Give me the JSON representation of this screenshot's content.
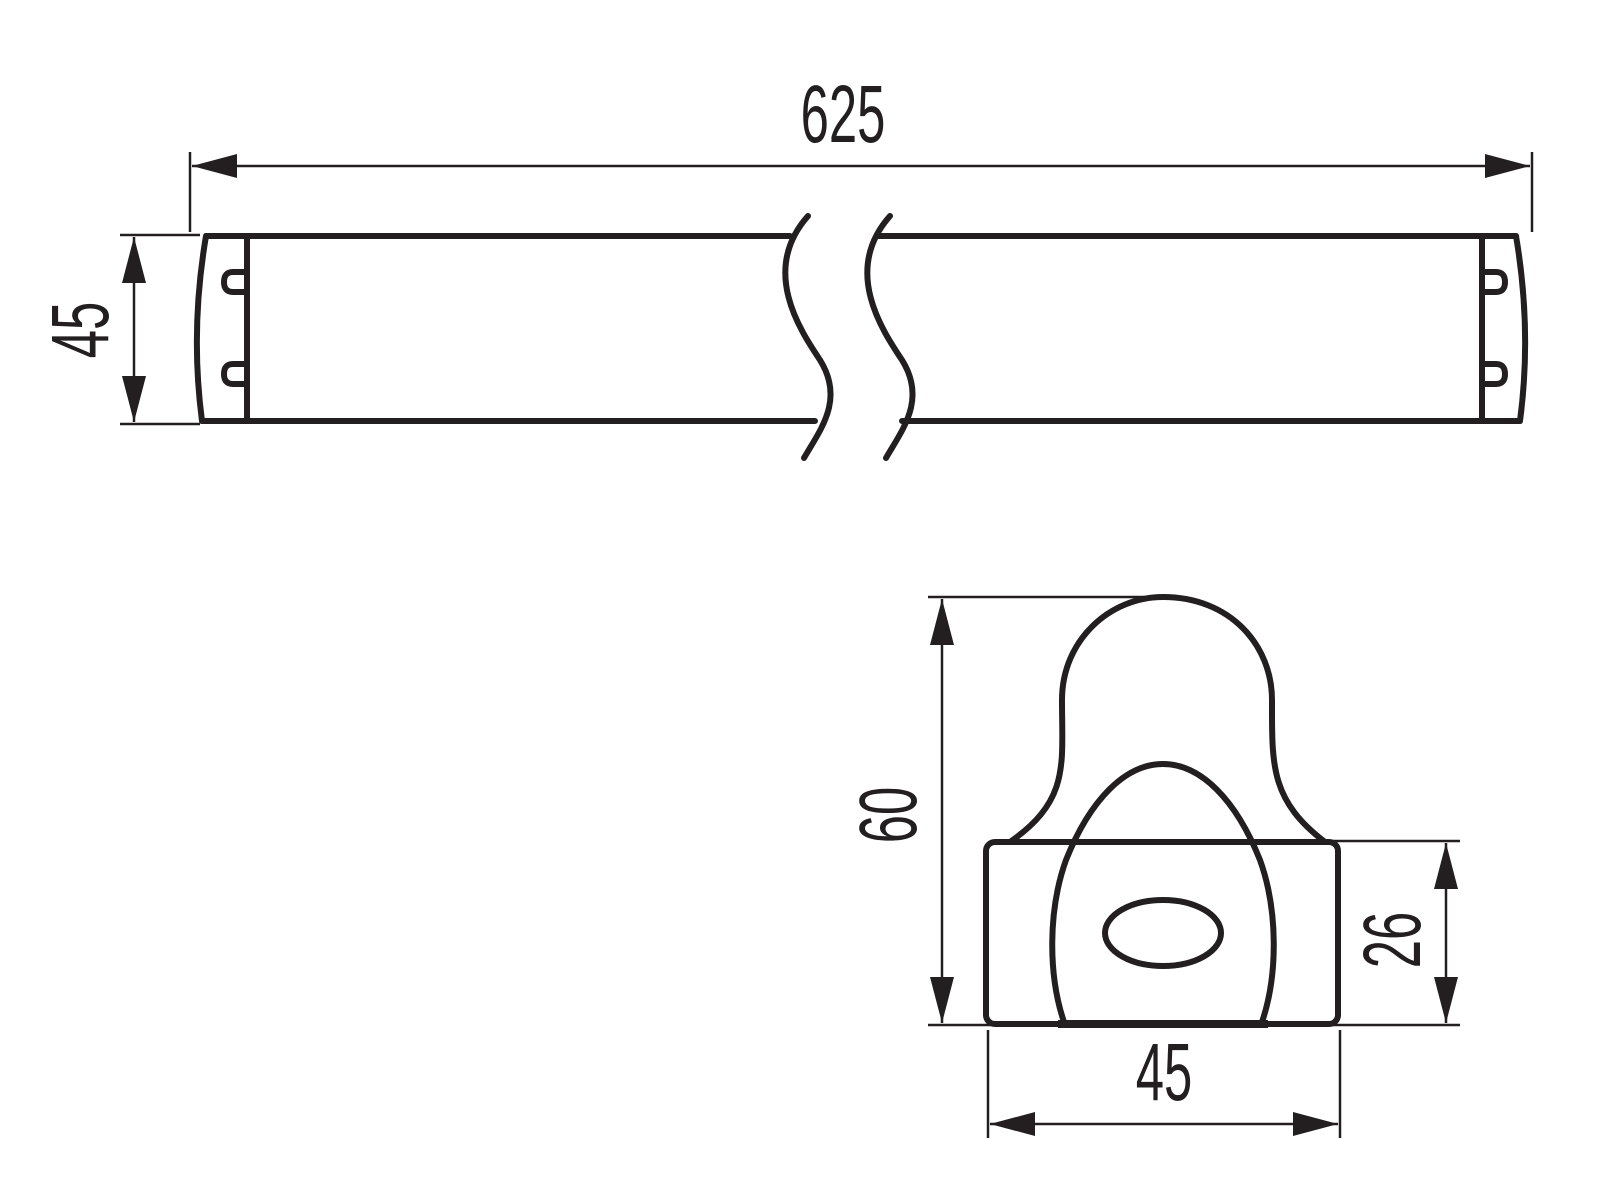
{
  "dimensions": {
    "length": "625",
    "side_height": "45",
    "end_height": "60",
    "base_height": "26",
    "end_width": "45"
  },
  "colors": {
    "line": "#231f20",
    "background": "#ffffff"
  }
}
